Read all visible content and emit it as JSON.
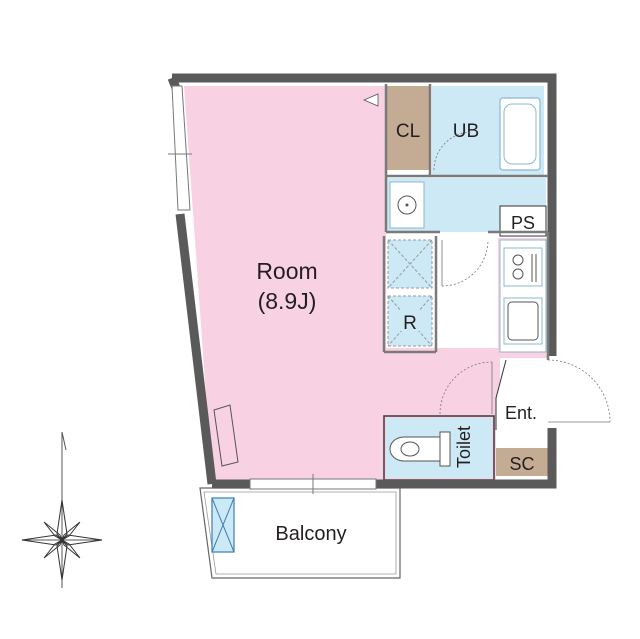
{
  "floorplan": {
    "colors": {
      "wall": "#5a5a5a",
      "room_pink": "#f8d2e3",
      "wet_blue": "#cde9f5",
      "storage_brown": "#c3ab94",
      "fixture_outline": "#8bb8cf"
    },
    "rooms": {
      "room_name": "Room",
      "room_size": "(8.9J)",
      "closet": "CL",
      "bath": "UB",
      "pipe_space": "PS",
      "refrigerator": "R",
      "entrance": "Ent.",
      "toilet": "Toilet",
      "shoe_closet": "SC",
      "balcony": "Balcony"
    },
    "compass": {
      "north_mark": "north-arrow-icon"
    }
  }
}
